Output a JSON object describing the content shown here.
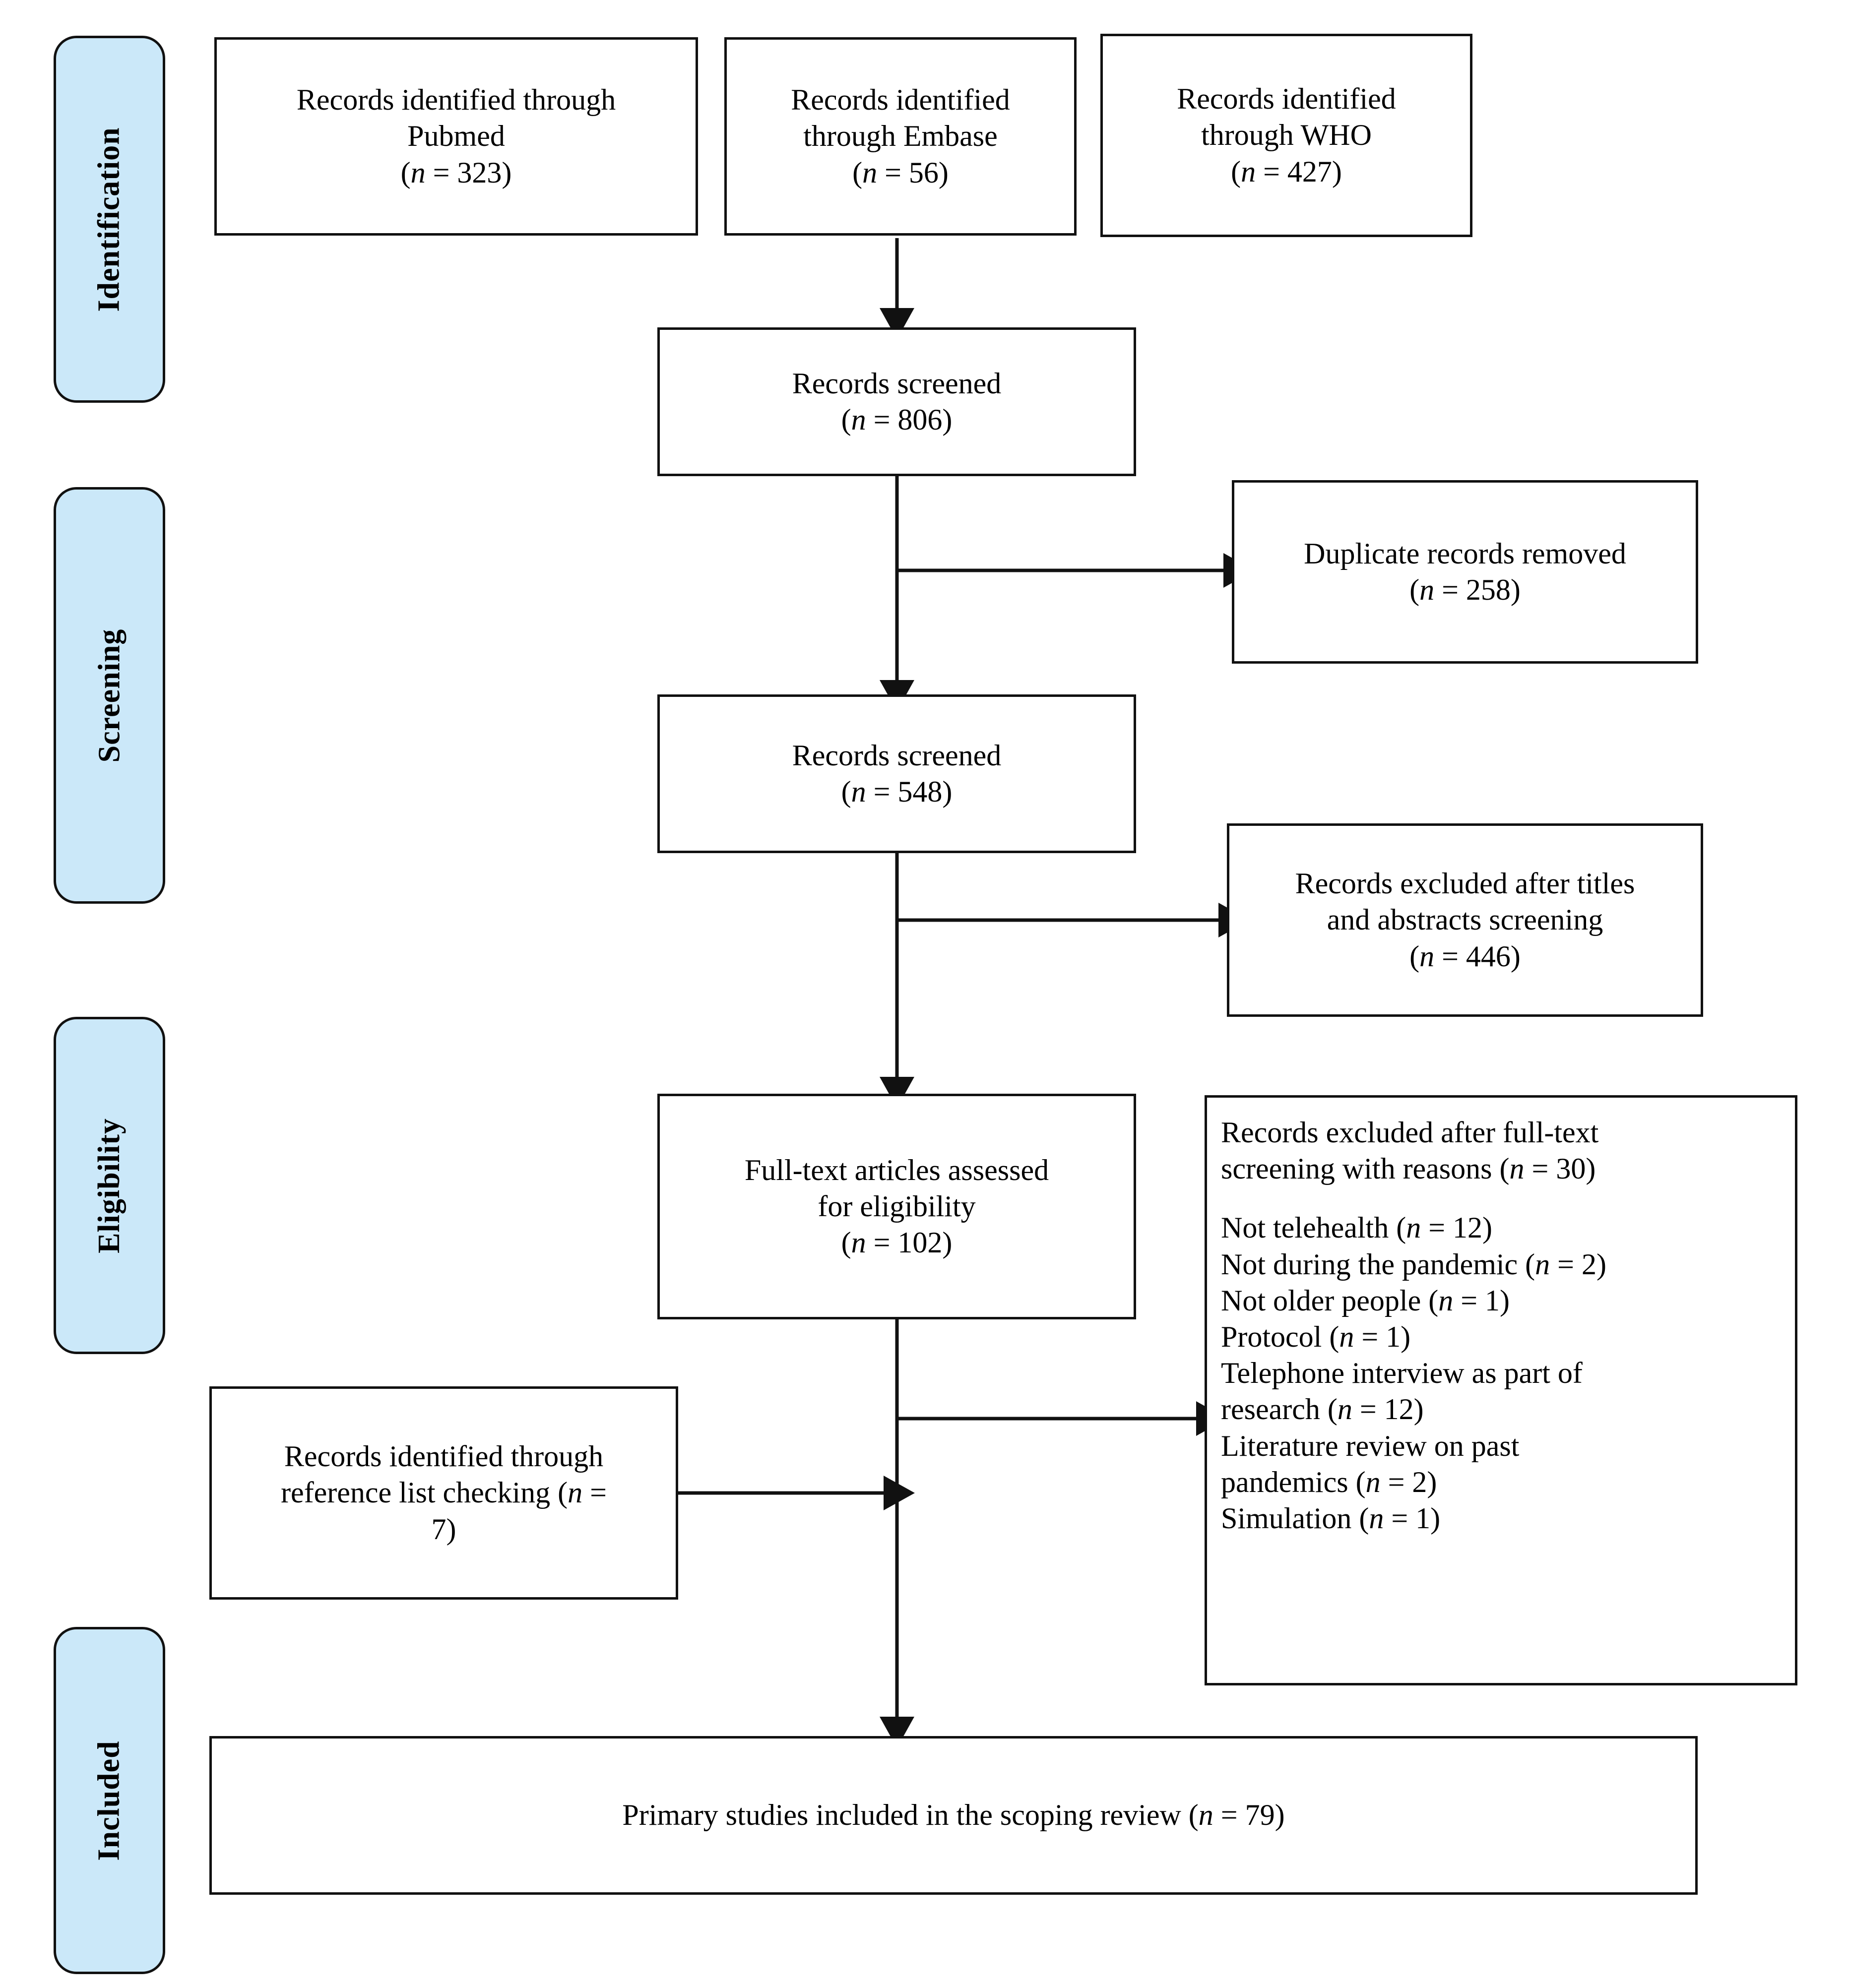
{
  "diagram": {
    "type": "prisma-flow-diagram",
    "accent_color": "#cbe8f9",
    "line_color": "#111111",
    "background": "#ffffff"
  },
  "stages": [
    {
      "label": "Identification"
    },
    {
      "label": "Screening"
    },
    {
      "label": "Eligibility"
    },
    {
      "label": "Included"
    }
  ],
  "boxes": {
    "pubmed": {
      "line1": "Records identified through",
      "line2": "Pubmed",
      "n_prefix": "(",
      "n_symbol": "n",
      "n_value": " = 323)"
    },
    "embase": {
      "line1": "Records identified",
      "line2": "through Embase",
      "n_prefix": "(",
      "n_symbol": "n",
      "n_value": " = 56)"
    },
    "who": {
      "line1": "Records identified",
      "line2": "through WHO",
      "n_prefix": "(",
      "n_symbol": "n",
      "n_value": " = 427)"
    },
    "screened1": {
      "line1": "Records screened",
      "n_prefix": "(",
      "n_symbol": "n",
      "n_value": " = 806)"
    },
    "duplicates": {
      "line1": "Duplicate records removed",
      "n_prefix": "(",
      "n_symbol": "n",
      "n_value": " = 258)"
    },
    "screened2": {
      "line1": "Records screened",
      "n_prefix": "(",
      "n_symbol": "n",
      "n_value": " = 548)"
    },
    "excluded_ta": {
      "line1": "Records excluded after titles",
      "line2": "and abstracts screening",
      "n_prefix": "(",
      "n_symbol": "n",
      "n_value": " = 446)"
    },
    "fulltext": {
      "line1": "Full-text articles assessed",
      "line2": "for eligibility",
      "n_prefix": "(",
      "n_symbol": "n",
      "n_value": " = 102)"
    },
    "reference": {
      "line1": "Records identified through",
      "line2": "reference list checking (",
      "n_symbol": "n",
      "n_value": " =",
      "line3": "7)"
    },
    "included": {
      "text_before": "Primary studies included in the scoping review (",
      "n_symbol": "n",
      "text_after": " = 79)"
    }
  },
  "excluded_fulltext": {
    "head_line1": "Records excluded after full-text",
    "head_line2_before": "screening with reasons (",
    "head_n_symbol": "n",
    "head_line2_after": " = 30)",
    "reasons": [
      {
        "label": "Not telehealth (",
        "n_symbol": "n",
        "value": " = 12)"
      },
      {
        "label": "Not during the pandemic (",
        "n_symbol": "n",
        "value": " = 2)"
      },
      {
        "label": "Not older people (",
        "n_symbol": "n",
        "value": " = 1)"
      },
      {
        "label": "Protocol (",
        "n_symbol": "n",
        "value": " = 1)"
      },
      {
        "label": "Telephone interview as part of",
        "n_symbol": "",
        "value": ""
      },
      {
        "label": "research (",
        "n_symbol": "n",
        "value": " = 12)"
      },
      {
        "label": "Literature review on past",
        "n_symbol": "",
        "value": ""
      },
      {
        "label": "pandemics (",
        "n_symbol": "n",
        "value": " = 2)"
      },
      {
        "label": "Simulation (",
        "n_symbol": "n",
        "value": " = 1)"
      }
    ]
  },
  "chart_data": {
    "type": "diagram",
    "title": "PRISMA flow diagram",
    "nodes": [
      {
        "id": "pubmed",
        "stage": "Identification",
        "label": "Records identified through Pubmed",
        "n": 323
      },
      {
        "id": "embase",
        "stage": "Identification",
        "label": "Records identified through Embase",
        "n": 56
      },
      {
        "id": "who",
        "stage": "Identification",
        "label": "Records identified through WHO",
        "n": 427
      },
      {
        "id": "screened1",
        "stage": "Screening",
        "label": "Records screened",
        "n": 806
      },
      {
        "id": "duplicates",
        "stage": "Screening",
        "label": "Duplicate records removed",
        "n": 258
      },
      {
        "id": "screened2",
        "stage": "Screening",
        "label": "Records screened",
        "n": 548
      },
      {
        "id": "excluded_ta",
        "stage": "Screening",
        "label": "Records excluded after titles and abstracts screening",
        "n": 446
      },
      {
        "id": "fulltext",
        "stage": "Eligibility",
        "label": "Full-text articles assessed for eligibility",
        "n": 102
      },
      {
        "id": "excluded_ft",
        "stage": "Eligibility",
        "label": "Records excluded after full-text screening with reasons",
        "n": 30
      },
      {
        "id": "reference",
        "stage": "Eligibility",
        "label": "Records identified through reference list checking",
        "n": 7
      },
      {
        "id": "included",
        "stage": "Included",
        "label": "Primary studies included in the scoping review",
        "n": 79
      }
    ],
    "exclusion_reasons": [
      {
        "reason": "Not telehealth",
        "n": 12
      },
      {
        "reason": "Not during the pandemic",
        "n": 2
      },
      {
        "reason": "Not older people",
        "n": 1
      },
      {
        "reason": "Protocol",
        "n": 1
      },
      {
        "reason": "Telephone interview as part of research",
        "n": 12
      },
      {
        "reason": "Literature review on past pandemics",
        "n": 2
      },
      {
        "reason": "Simulation",
        "n": 1
      }
    ],
    "edges": [
      {
        "from": "embase",
        "to": "screened1"
      },
      {
        "from": "screened1",
        "to": "duplicates"
      },
      {
        "from": "screened1",
        "to": "screened2"
      },
      {
        "from": "screened2",
        "to": "excluded_ta"
      },
      {
        "from": "screened2",
        "to": "fulltext"
      },
      {
        "from": "fulltext",
        "to": "excluded_ft"
      },
      {
        "from": "reference",
        "to": "fulltext"
      },
      {
        "from": "fulltext",
        "to": "included"
      }
    ]
  }
}
